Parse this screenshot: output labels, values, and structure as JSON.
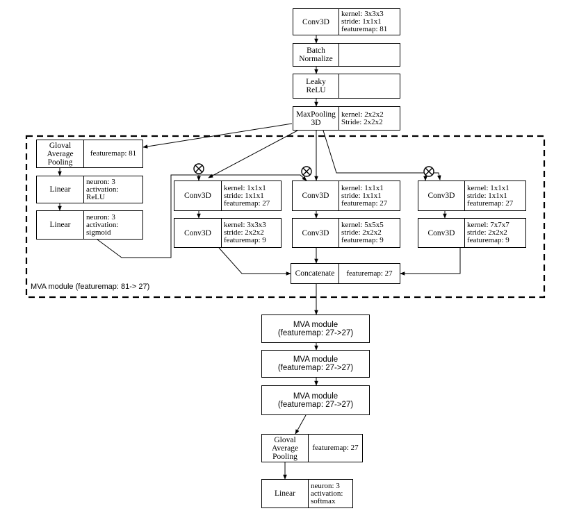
{
  "diagram": {
    "main": {
      "conv1": {
        "name": "Conv3D",
        "params": [
          "kernel: 3x3x3",
          "stride: 1x1x1",
          "featuremap: 81"
        ]
      },
      "batchnorm": {
        "name_line1": "Batch",
        "name_line2": "Normalize"
      },
      "leaky": {
        "name_line1": "Leaky",
        "name_line2": "ReLU"
      },
      "maxpool": {
        "name_line1": "MaxPooling",
        "name_line2": "3D",
        "params": [
          "kernel: 2x2x2",
          "Stride: 2x2x2"
        ]
      }
    },
    "attention": {
      "gap": {
        "name_line1": "Gloval",
        "name_line2": "Average",
        "name_line3": "Pooling",
        "params": [
          "featuremap: 81"
        ]
      },
      "linear1": {
        "name": "Linear",
        "params": [
          "neuron:  3",
          "activation:",
          "ReLU"
        ]
      },
      "linear2": {
        "name": "Linear",
        "params": [
          "neuron:  3",
          "activation:",
          "sigmoid"
        ]
      }
    },
    "branches": [
      {
        "conv_a": {
          "name": "Conv3D",
          "params": [
            "kernel: 1x1x1",
            "stride: 1x1x1",
            "featuremap: 27"
          ]
        },
        "conv_b": {
          "name": "Conv3D",
          "params": [
            "kernel: 3x3x3",
            "stride: 2x2x2",
            "featuremap: 9"
          ]
        }
      },
      {
        "conv_a": {
          "name": "Conv3D",
          "params": [
            "kernel: 1x1x1",
            "stride: 1x1x1",
            "featuremap: 27"
          ]
        },
        "conv_b": {
          "name": "Conv3D",
          "params": [
            "kernel: 5x5x5",
            "stride: 2x2x2",
            "featuremap: 9"
          ]
        }
      },
      {
        "conv_a": {
          "name": "Conv3D",
          "params": [
            "kernel: 1x1x1",
            "stride: 1x1x1",
            "featuremap: 27"
          ]
        },
        "conv_b": {
          "name": "Conv3D",
          "params": [
            "kernel: 7x7x7",
            "stride: 2x2x2",
            "featuremap: 9"
          ]
        }
      }
    ],
    "concat": {
      "name": "Concatenate",
      "params": [
        "featuremap: 27"
      ]
    },
    "module_label": "MVA module (featuremap: 81-> 27)",
    "mva_modules": [
      {
        "line1": "MVA module",
        "line2": "(featuremap: 27->27)"
      },
      {
        "line1": "MVA module",
        "line2": "(featuremap: 27->27)"
      },
      {
        "line1": "MVA module",
        "line2": "(featuremap: 27->27)"
      }
    ],
    "final_gap": {
      "name_line1": "Gloval",
      "name_line2": "Average",
      "name_line3": "Pooling",
      "params": [
        "featuremap: 27"
      ]
    },
    "final_linear": {
      "name": "Linear",
      "params": [
        "neuron:  3",
        "activation:",
        "softmax"
      ]
    },
    "multiply_symbol": "⊗",
    "colors": {
      "line": "#000000",
      "background": "#ffffff"
    }
  }
}
